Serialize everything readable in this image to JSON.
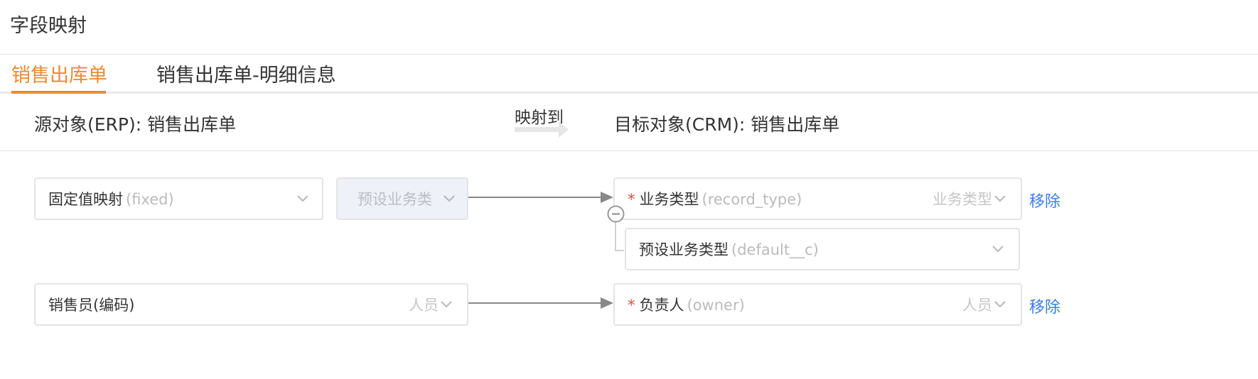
{
  "page_title": "字段映射",
  "tabs": [
    {
      "label": "销售出库单",
      "active": true
    },
    {
      "label": "销售出库单-明细信息",
      "active": false
    }
  ],
  "mapping_header": {
    "source_label": "源对象(ERP):  销售出库单",
    "map_to_label": "映射到",
    "target_label": "目标对象(CRM):  销售出库单"
  },
  "rows": [
    {
      "source_mode": {
        "label": "固定值映射",
        "api": "(fixed)"
      },
      "source_value": "预设业务类",
      "target": {
        "required": "*",
        "label": "业务类型",
        "api": "(record_type)",
        "type": "业务类型"
      },
      "sub_target": {
        "label": "预设业务类型",
        "api": "(default__c)"
      },
      "remove_label": "移除"
    },
    {
      "source": {
        "label": "销售员(编码)",
        "type": "人员"
      },
      "target": {
        "required": "*",
        "label": "负责人",
        "api": "(owner)",
        "type": "人员"
      },
      "remove_label": "移除"
    }
  ],
  "colors": {
    "accent": "#ef8a2e",
    "link": "#3d7de6",
    "required": "#e74c3c",
    "border": "#e4e4e4",
    "disabled_bg": "#eef1f7"
  },
  "icons": {
    "dropdown": "chevron-down-icon",
    "collapse": "minus-circle-icon",
    "mapping_arrow": "arrow-right-icon"
  }
}
